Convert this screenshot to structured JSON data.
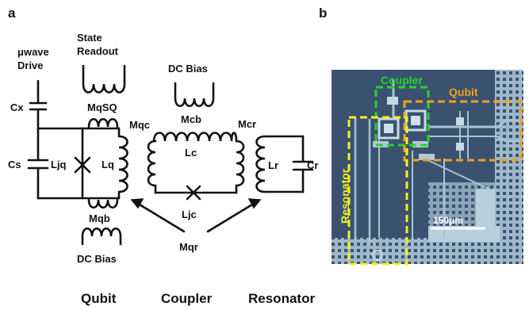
{
  "panel_a": {
    "letter": "a",
    "labels": {
      "uwave_drive_line1": "μwave",
      "uwave_drive_line2": "Drive",
      "state_readout_line1": "State",
      "state_readout_line2": "Readout",
      "dc_bias_top": "DC Bias",
      "cx": "Cx",
      "cs": "Cs",
      "ljq": "Ljq",
      "lq": "Lq",
      "mqsq": "MqSQ",
      "mqc": "Mqc",
      "mcb": "Mcb",
      "mcr": "Mcr",
      "lc": "Lc",
      "ljc": "Ljc",
      "lr": "Lr",
      "cr": "Cr",
      "mqb": "Mqb",
      "dc_bias_bottom": "DC Bias",
      "mqr": "Mqr"
    },
    "section_titles": {
      "qubit": "Qubit",
      "coupler": "Coupler",
      "resonator": "Resonator"
    }
  },
  "panel_b": {
    "letter": "b",
    "labels": {
      "coupler": "Coupler",
      "qubit": "Qubit",
      "resonator": "Resonator",
      "scale_bar": "150μm"
    },
    "colors": {
      "coupler": "#22d62a",
      "qubit": "#f0a020",
      "resonator": "#f2f21e",
      "substrate": "#39506e",
      "metal": "#9fb8c9"
    }
  }
}
